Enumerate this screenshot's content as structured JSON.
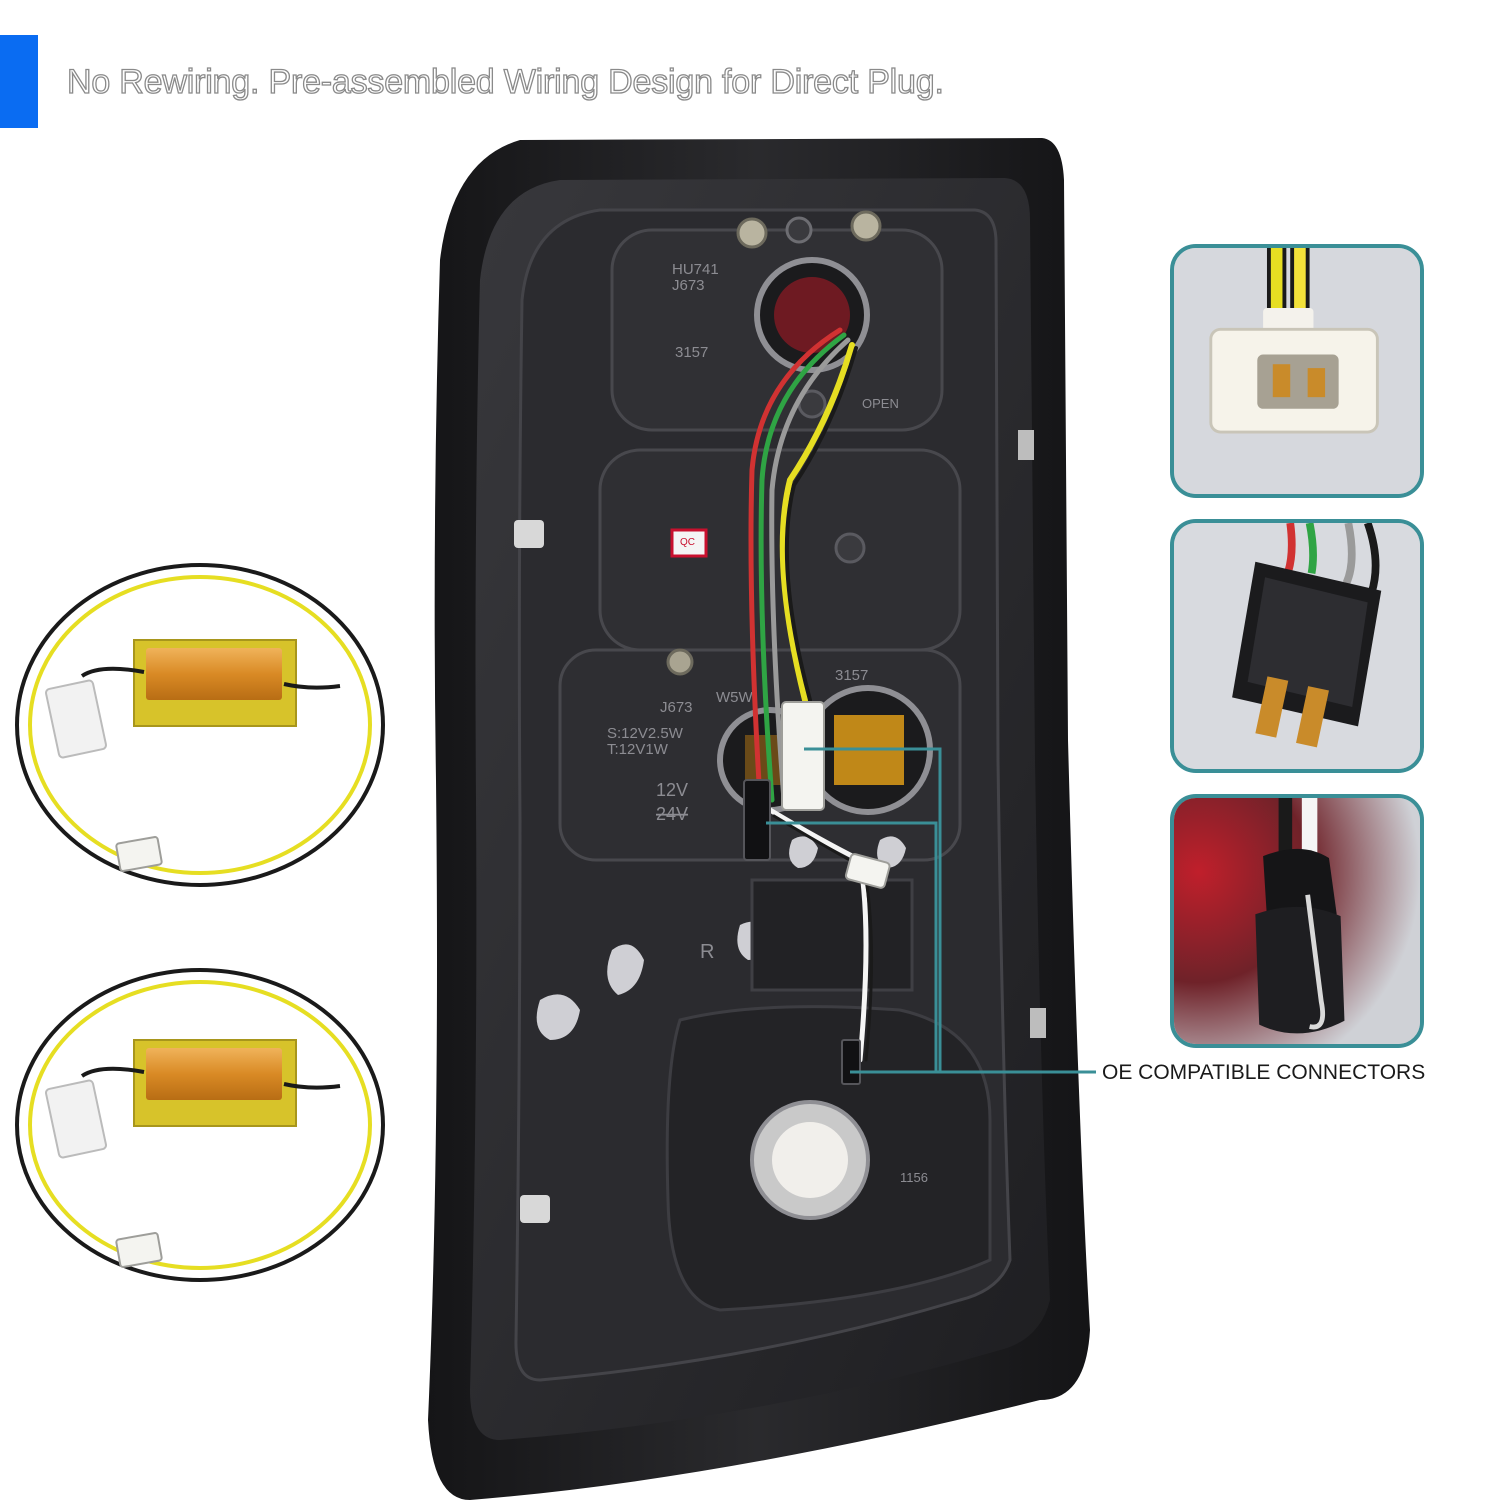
{
  "headline": "No Rewiring. Pre-assembled Wiring Design for Direct Plug.",
  "callout": "OE COMPATIBLE CONNECTORS",
  "colors": {
    "accent": "#0a6cf2",
    "callout_line": "#3a8f97",
    "housing": "#1c1c1e"
  },
  "housing_markings": {
    "part_code": "HU741",
    "part_code_2": "J673",
    "bulb_top": "3157",
    "bulb_mid": "3157",
    "spec_code": "J673",
    "w5w": "W5W",
    "spec_s": "S:12V2.5W",
    "spec_t": "T:12V1W",
    "voltage": "12V",
    "voltage_crossed": "24V",
    "open": "OPEN",
    "qc": "QC",
    "bulb_bottom": "1156",
    "side": "R"
  },
  "insets": [
    {
      "name": "two-pin-white-connector"
    },
    {
      "name": "four-pin-black-connector"
    },
    {
      "name": "bulb-socket-connector"
    }
  ],
  "load_resistors": [
    {
      "name": "load-resistor-1"
    },
    {
      "name": "load-resistor-2"
    }
  ]
}
